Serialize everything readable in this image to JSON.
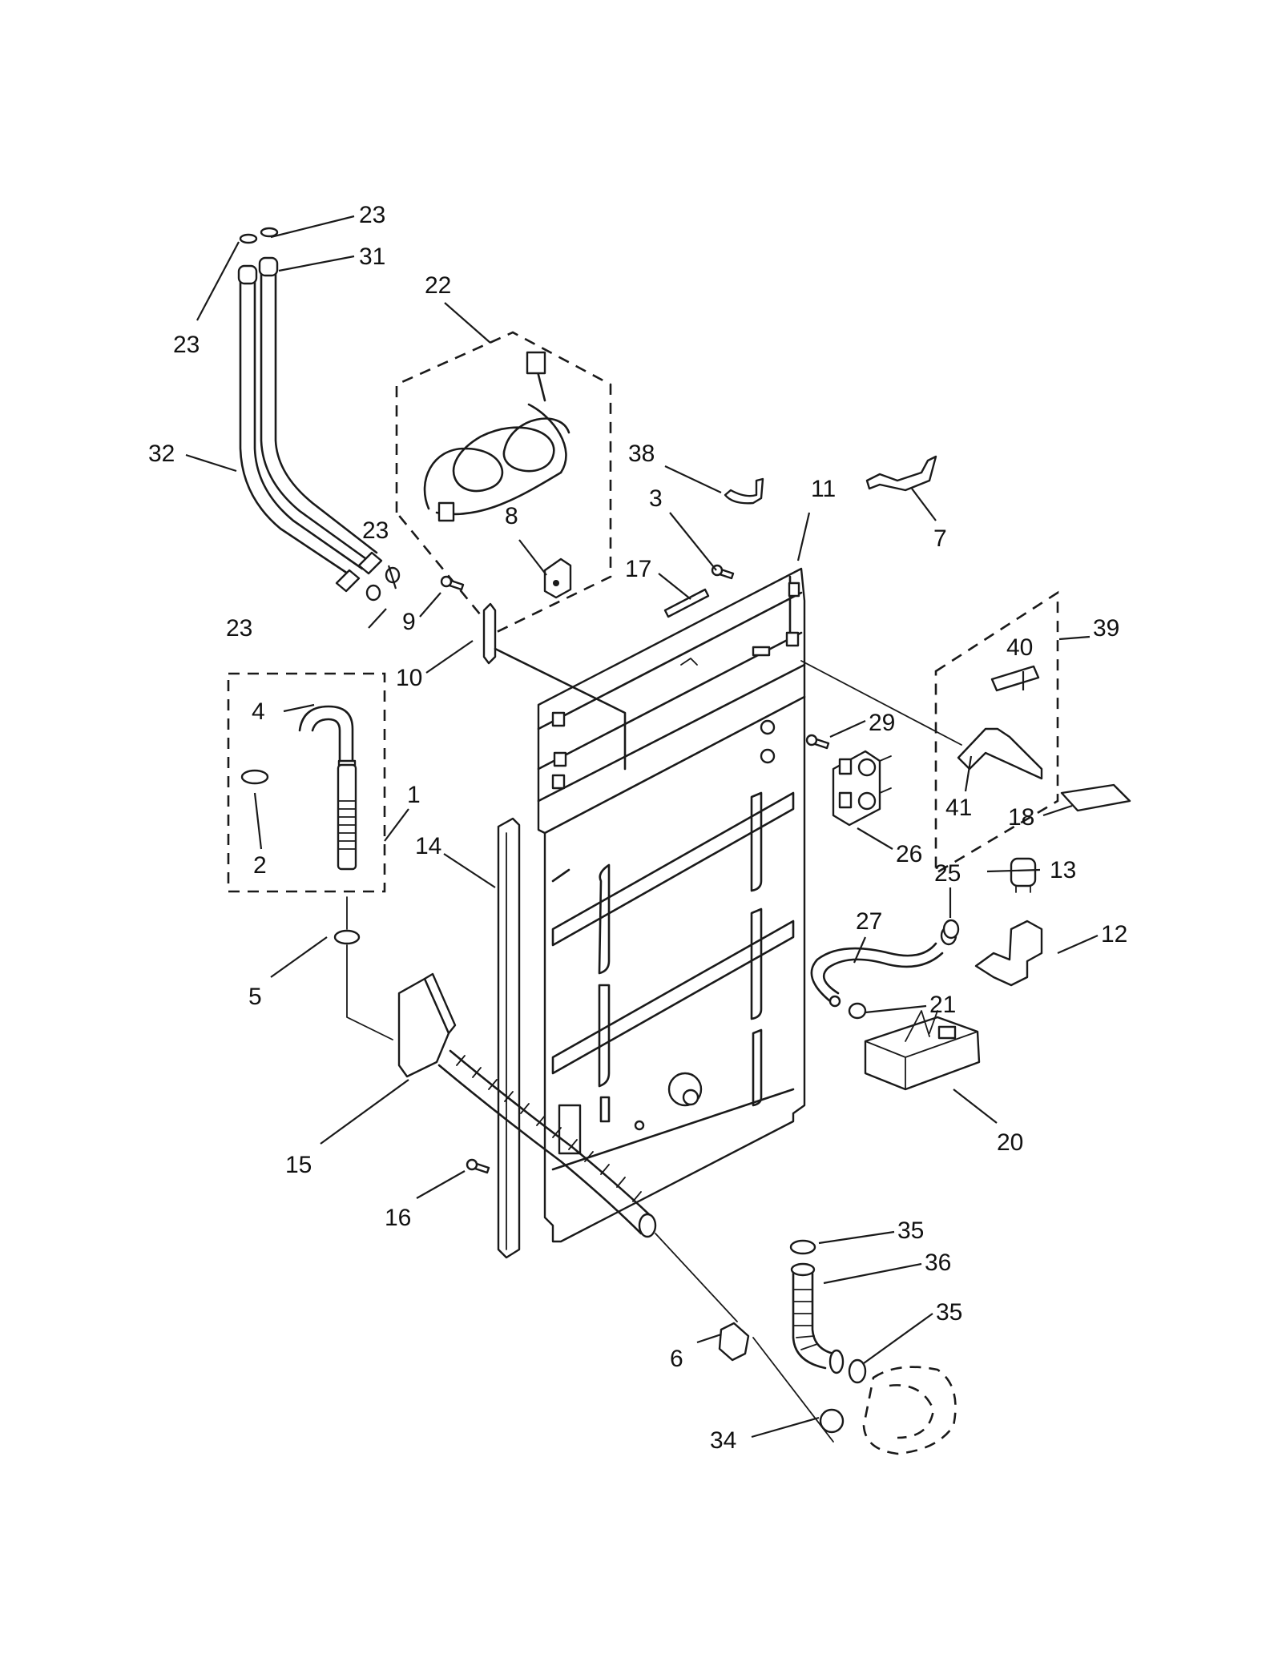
{
  "diagram": {
    "type": "exploded-parts-diagram",
    "callouts": [
      {
        "id": "c23a",
        "label": "23"
      },
      {
        "id": "c31",
        "label": "31"
      },
      {
        "id": "c23b",
        "label": "23"
      },
      {
        "id": "c22",
        "label": "22"
      },
      {
        "id": "c32",
        "label": "32"
      },
      {
        "id": "c38",
        "label": "38"
      },
      {
        "id": "c3",
        "label": "3"
      },
      {
        "id": "c11",
        "label": "11"
      },
      {
        "id": "c7",
        "label": "7"
      },
      {
        "id": "c8",
        "label": "8"
      },
      {
        "id": "c23c",
        "label": "23"
      },
      {
        "id": "c17",
        "label": "17"
      },
      {
        "id": "c9",
        "label": "9"
      },
      {
        "id": "c23d",
        "label": "23"
      },
      {
        "id": "c39",
        "label": "39"
      },
      {
        "id": "c40",
        "label": "40"
      },
      {
        "id": "c10",
        "label": "10"
      },
      {
        "id": "c4",
        "label": "4"
      },
      {
        "id": "c29",
        "label": "29"
      },
      {
        "id": "c1",
        "label": "1"
      },
      {
        "id": "c41",
        "label": "41"
      },
      {
        "id": "c2",
        "label": "2"
      },
      {
        "id": "c18",
        "label": "18"
      },
      {
        "id": "c26",
        "label": "26"
      },
      {
        "id": "c14",
        "label": "14"
      },
      {
        "id": "c25",
        "label": "25"
      },
      {
        "id": "c13",
        "label": "13"
      },
      {
        "id": "c27",
        "label": "27"
      },
      {
        "id": "c12",
        "label": "12"
      },
      {
        "id": "c5",
        "label": "5"
      },
      {
        "id": "c21",
        "label": "21"
      },
      {
        "id": "c20",
        "label": "20"
      },
      {
        "id": "c15",
        "label": "15"
      },
      {
        "id": "c16",
        "label": "16"
      },
      {
        "id": "c35a",
        "label": "35"
      },
      {
        "id": "c36",
        "label": "36"
      },
      {
        "id": "c35b",
        "label": "35"
      },
      {
        "id": "c6",
        "label": "6"
      },
      {
        "id": "c34",
        "label": "34"
      }
    ]
  }
}
